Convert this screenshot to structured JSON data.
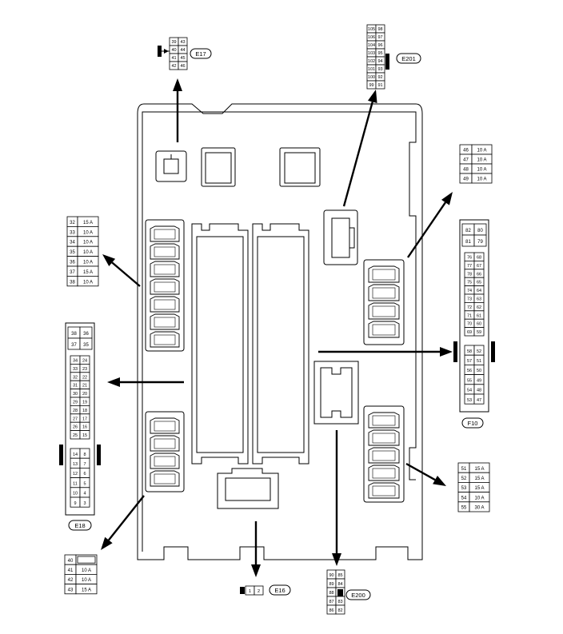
{
  "connectors": {
    "e17": {
      "label": "E17",
      "pins": [
        [
          "39",
          "43"
        ],
        [
          "40",
          "44"
        ],
        [
          "41",
          "45"
        ],
        [
          "42",
          "46"
        ]
      ]
    },
    "e201": {
      "label": "E201",
      "pins": [
        [
          "105",
          "98"
        ],
        [
          "106",
          "97"
        ],
        [
          "104",
          "96"
        ],
        [
          "103",
          "95"
        ],
        [
          "102",
          "94"
        ],
        [
          "101",
          "93"
        ],
        [
          "100",
          "92"
        ],
        [
          "99",
          "91"
        ]
      ]
    },
    "f10": {
      "label": "F10",
      "top": [
        [
          "82",
          "80"
        ],
        [
          "81",
          "79"
        ]
      ],
      "mid": [
        [
          "76",
          "68"
        ],
        [
          "77",
          "67"
        ],
        [
          "78",
          "66"
        ],
        [
          "75",
          "65"
        ],
        [
          "74",
          "64"
        ],
        [
          "73",
          "63"
        ],
        [
          "72",
          "62"
        ],
        [
          "71",
          "61"
        ],
        [
          "70",
          "60"
        ],
        [
          "69",
          "59"
        ]
      ],
      "bot": [
        [
          "58",
          "52"
        ],
        [
          "57",
          "51"
        ],
        [
          "56",
          "50"
        ],
        [
          "55",
          "49"
        ],
        [
          "54",
          "48"
        ],
        [
          "53",
          "47"
        ]
      ]
    },
    "e18": {
      "label": "E18",
      "top": [
        [
          "38",
          "36"
        ],
        [
          "37",
          "35"
        ]
      ],
      "mid": [
        [
          "34",
          "24"
        ],
        [
          "33",
          "23"
        ],
        [
          "32",
          "22"
        ],
        [
          "31",
          "21"
        ],
        [
          "30",
          "20"
        ],
        [
          "29",
          "19"
        ],
        [
          "28",
          "18"
        ],
        [
          "27",
          "17"
        ],
        [
          "26",
          "16"
        ],
        [
          "25",
          "15"
        ]
      ],
      "bot": [
        [
          "14",
          "8"
        ],
        [
          "13",
          "7"
        ],
        [
          "12",
          "6"
        ],
        [
          "11",
          "5"
        ],
        [
          "10",
          "4"
        ],
        [
          "9",
          "3"
        ]
      ]
    },
    "e16": {
      "label": "E16",
      "pins": [
        "1",
        "2"
      ]
    },
    "e200": {
      "label": "E200",
      "pins": [
        [
          "90",
          "85"
        ],
        [
          "89",
          "84"
        ],
        [
          "88",
          ""
        ],
        [
          "87",
          "83"
        ],
        [
          "86",
          "82"
        ]
      ]
    }
  },
  "fuse_tables": {
    "top_right": [
      [
        "46",
        "10 A"
      ],
      [
        "47",
        "10 A"
      ],
      [
        "48",
        "10 A"
      ],
      [
        "49",
        "10 A"
      ]
    ],
    "left_top": [
      [
        "32",
        "15 A"
      ],
      [
        "33",
        "10 A"
      ],
      [
        "34",
        "10 A"
      ],
      [
        "35",
        "10 A"
      ],
      [
        "36",
        "10 A"
      ],
      [
        "37",
        "15 A"
      ],
      [
        "38",
        "10 A"
      ]
    ],
    "bottom_right": [
      [
        "51",
        "15 A"
      ],
      [
        "52",
        "15 A"
      ],
      [
        "53",
        "15 A"
      ],
      [
        "54",
        "10 A"
      ],
      [
        "55",
        "30 A"
      ]
    ],
    "bottom_left": [
      [
        "40",
        ""
      ],
      [
        "41",
        "10 A"
      ],
      [
        "42",
        "10 A"
      ],
      [
        "43",
        "15 A"
      ]
    ]
  }
}
